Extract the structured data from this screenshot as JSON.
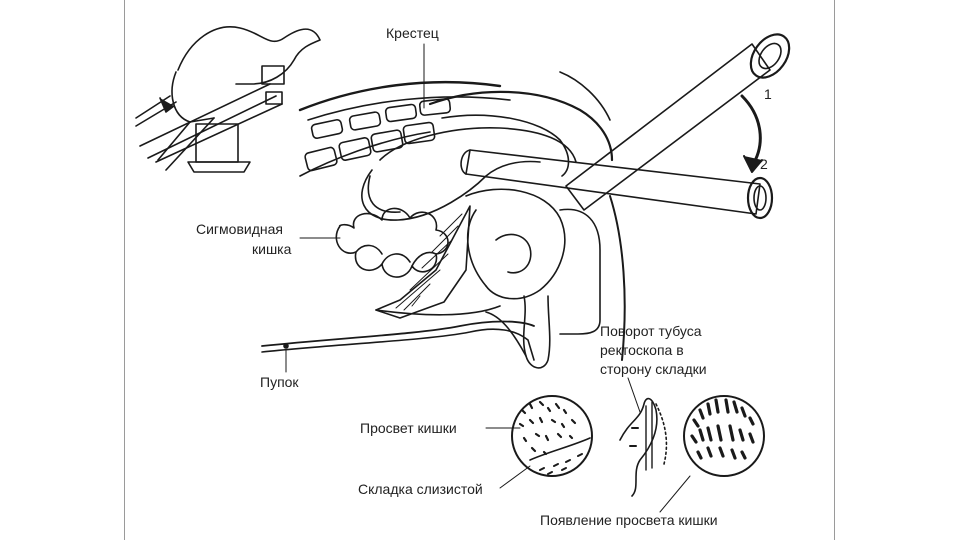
{
  "labels": {
    "sacrum": "Крестец",
    "sigmoid_line1": "Сигмовидная",
    "sigmoid_line2": "кишка",
    "navel": "Пупок",
    "rotate_line1": "Поворот тубуса",
    "rotate_line2": "ректоскопа в",
    "rotate_line3": "сторону складки",
    "lumen": "Просвет кишки",
    "fold": "Складка слизистой",
    "lumen_appears": "Появление просвета кишки",
    "step1": "1",
    "step2": "2"
  },
  "colors": {
    "ink": "#1a1a1a",
    "frame": "#9a9a9a",
    "background": "#ffffff"
  }
}
